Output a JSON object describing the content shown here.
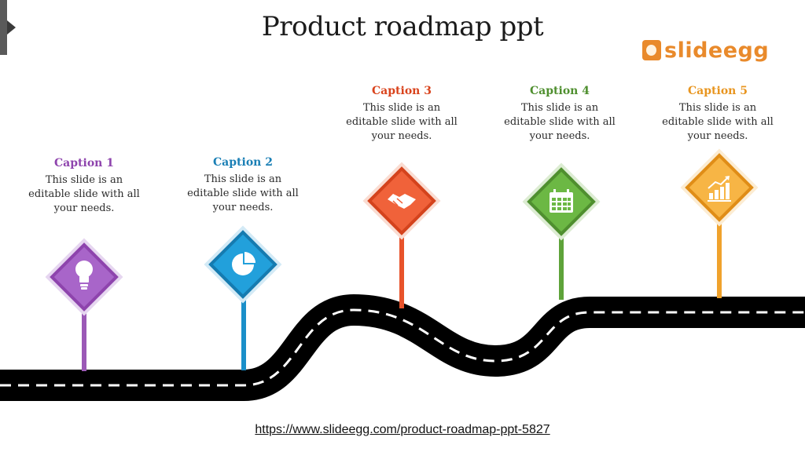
{
  "slide": {
    "title": "Product roadmap ppt",
    "brand": "slideegg",
    "footer_link": "https://www.slideegg.com/product-roadmap-ppt-5827"
  },
  "milestones": [
    {
      "title": "Caption 1",
      "body": "This slide is an editable slide with all your needs.",
      "icon": "lightbulb-icon",
      "color": "#9b59b6"
    },
    {
      "title": "Caption 2",
      "body": "This slide is an editable slide with all your needs.",
      "icon": "pie-chart-icon",
      "color": "#1a8fc9"
    },
    {
      "title": "Caption 3",
      "body": "This slide is an editable slide with all your needs.",
      "icon": "handshake-icon",
      "color": "#e8532b"
    },
    {
      "title": "Caption 4",
      "body": "This slide is an editable slide with all your needs.",
      "icon": "calendar-icon",
      "color": "#5ea33a"
    },
    {
      "title": "Caption 5",
      "body": "This slide is an editable slide with all your needs.",
      "icon": "growth-chart-icon",
      "color": "#f0a22c"
    }
  ],
  "colors": {
    "road": "#000000",
    "road_dash": "#ffffff",
    "brand": "#e98a2b"
  }
}
